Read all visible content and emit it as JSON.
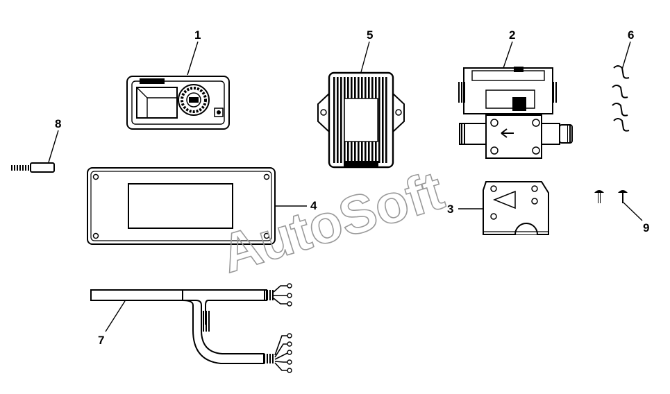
{
  "watermark": "AutoSoft",
  "callouts": {
    "c1": "1",
    "c2": "2",
    "c3": "3",
    "c4": "4",
    "c5": "5",
    "c6": "6",
    "c7": "7",
    "c8": "8",
    "c9": "9"
  },
  "colors": {
    "ink": "#000000",
    "paper": "#ffffff",
    "watermark": "#9a9a9a"
  }
}
